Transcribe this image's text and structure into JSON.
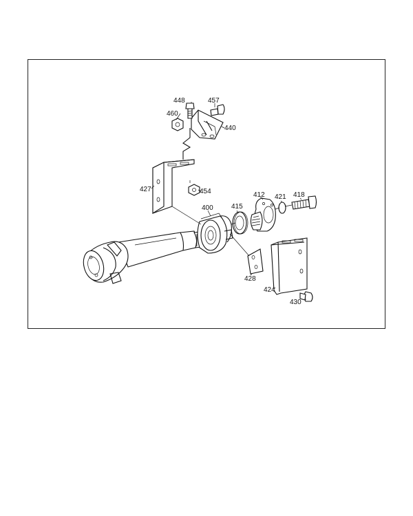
{
  "diagram": {
    "parts": [
      {
        "id": "p448",
        "label": "448",
        "icon": "bolt-icon"
      },
      {
        "id": "p457",
        "label": "457",
        "icon": "bolt-icon"
      },
      {
        "id": "p460",
        "label": "460",
        "icon": "nut-icon"
      },
      {
        "id": "p440",
        "label": "440",
        "icon": "bracket-icon"
      },
      {
        "id": "p427",
        "label": "427",
        "icon": "bracket-icon"
      },
      {
        "id": "p454",
        "label": "454",
        "icon": "nut-icon"
      },
      {
        "id": "p400",
        "label": "400",
        "icon": "bearing-icon"
      },
      {
        "id": "p415",
        "label": "415",
        "icon": "seal-ring-icon"
      },
      {
        "id": "p412",
        "label": "412",
        "icon": "flange-icon"
      },
      {
        "id": "p421",
        "label": "421",
        "icon": "washer-icon"
      },
      {
        "id": "p418",
        "label": "418",
        "icon": "bolt-icon"
      },
      {
        "id": "p428",
        "label": "428",
        "icon": "plate-icon"
      },
      {
        "id": "p424",
        "label": "424",
        "icon": "bracket-icon"
      },
      {
        "id": "p430",
        "label": "430",
        "icon": "bolt-icon"
      }
    ]
  }
}
